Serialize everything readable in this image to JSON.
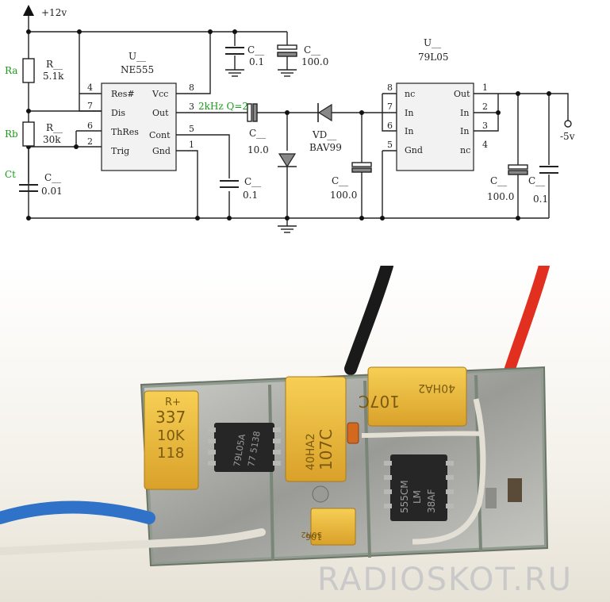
{
  "schematic": {
    "supply_label": "+12v",
    "output_label": "-5v",
    "timer": {
      "ref": "U__",
      "part": "NE555",
      "pins": {
        "res": "Res#",
        "dis": "Dis",
        "thres": "ThRes",
        "trig": "Trig",
        "vcc": "Vcc",
        "out": "Out",
        "cont": "Cont",
        "gnd": "Gnd",
        "n4": "4",
        "n7": "7",
        "n6": "6",
        "n2": "2",
        "n8": "8",
        "n3": "3",
        "n5": "5",
        "n1": "1"
      }
    },
    "regulator": {
      "ref": "U__",
      "part": "79L05",
      "pins": {
        "nc_l": "nc",
        "in7": "In",
        "in6": "In",
        "gnd": "Gnd",
        "out": "Out",
        "in2": "In",
        "in3": "In",
        "nc_r": "nc",
        "n8": "8",
        "n7": "7",
        "n6": "6",
        "n5": "5",
        "n1": "1",
        "n2": "2",
        "n3": "3",
        "n4": "4"
      }
    },
    "freq_label": "2kHz Q=2",
    "resistors": {
      "ra": {
        "tag": "Ra",
        "ref": "R__",
        "value": "5.1k"
      },
      "rb": {
        "tag": "Rb",
        "ref": "R__",
        "value": "30k"
      }
    },
    "ct": {
      "tag": "Ct",
      "ref": "C__",
      "value": "0.01"
    },
    "capacitors": {
      "c_top1": {
        "ref": "C__",
        "value": "0.1"
      },
      "c_top2": {
        "ref": "C__",
        "value": "100.0"
      },
      "c_couple": {
        "ref": "C__",
        "value": "10.0"
      },
      "c_cont": {
        "ref": "C__",
        "value": "0.1"
      },
      "c_in": {
        "ref": "C__",
        "value": "100.0"
      },
      "c_out1": {
        "ref": "C__",
        "value": "100.0"
      },
      "c_out2": {
        "ref": "C__",
        "value": "0.1"
      }
    },
    "diode": {
      "ref": "VD__",
      "part": "BAV99"
    }
  },
  "photo": {
    "cap_left": {
      "lines": [
        "R+",
        "337",
        "10K",
        "118"
      ]
    },
    "cap_mid": {
      "lines": [
        "107C",
        "40HA2"
      ]
    },
    "cap_right": {
      "lines": [
        "107C",
        "40HA2"
      ]
    },
    "cap_small": {
      "lines": [
        "106",
        "50H2"
      ]
    },
    "chip_reg": {
      "lines": [
        "79L05A",
        "77 5138"
      ]
    },
    "chip_555": {
      "lines": [
        "38AF",
        "LM",
        "555CM"
      ]
    },
    "watermark": "RADIOSKOT.RU",
    "colors": {
      "board": "#a9a9a6",
      "tantalum": "#e8b431",
      "chip": "#262626",
      "wire_red": "#e1301f",
      "wire_black": "#1a1a1a",
      "wire_blue": "#2f72c7",
      "wire_white": "#e3dfd4"
    }
  }
}
